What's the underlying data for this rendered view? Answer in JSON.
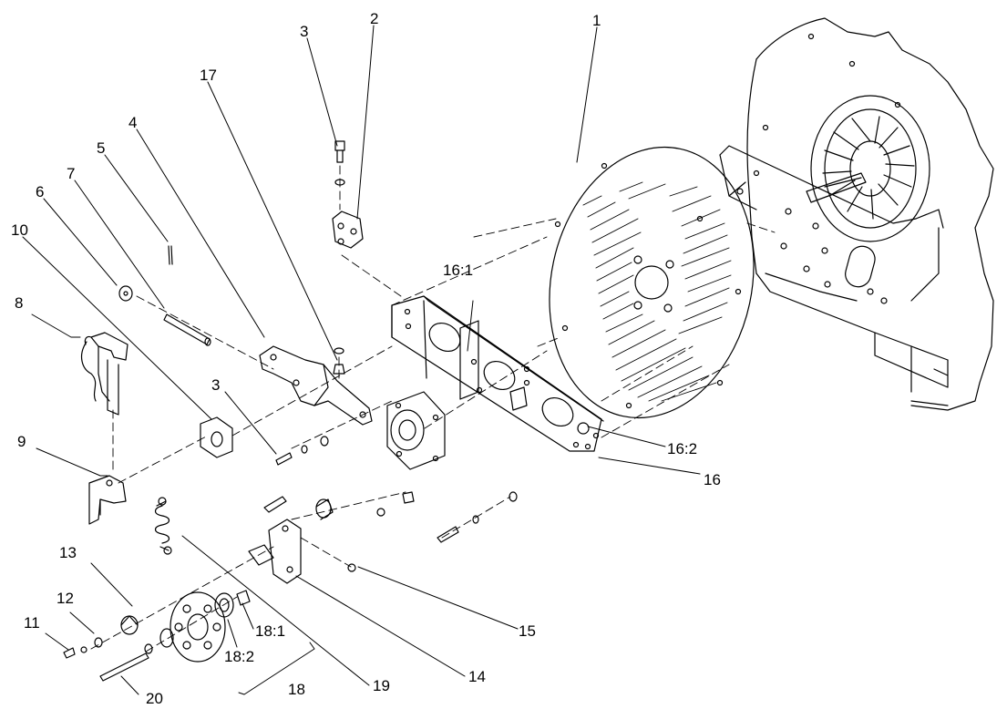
{
  "diagram": {
    "callouts": {
      "c1": "1",
      "c2": "2",
      "c3_top": "3",
      "c3_mid": "3",
      "c4": "4",
      "c5": "5",
      "c6": "6",
      "c7": "7",
      "c8": "8",
      "c9": "9",
      "c10": "10",
      "c11": "11",
      "c12": "12",
      "c13": "13",
      "c14": "14",
      "c15": "15",
      "c16": "16",
      "c16_1": "16:1",
      "c16_2": "16:2",
      "c17": "17",
      "c18": "18",
      "c18_1": "18:1",
      "c18_2": "18:2",
      "c19": "19",
      "c20": "20"
    }
  }
}
